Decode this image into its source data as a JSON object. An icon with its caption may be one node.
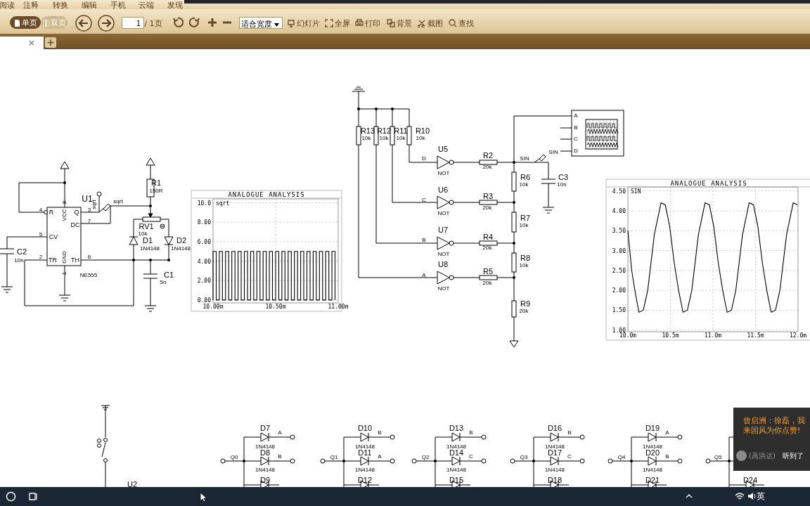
{
  "diagram": {
    "labels": [
      "阅读",
      "注释",
      "转换",
      "编辑",
      "手机",
      "云端",
      "发现",
      "单页",
      "双页",
      "1",
      "/ 1页",
      "适合宽度",
      "幻灯片",
      "全屏",
      "打印",
      "背景",
      "截图",
      "查找",
      "U1",
      "R",
      "VCC",
      "Q",
      "DC",
      "CV",
      "GND",
      "TR",
      "TH",
      "8",
      "4",
      "3",
      "7",
      "5",
      "2",
      "6",
      "1",
      "NE555",
      "sqrt",
      "sqrt",
      "R1",
      "150R",
      "RV1",
      "10k",
      "D1",
      "1N4148",
      "D2",
      "1N4148",
      "C1",
      "5n",
      "C2",
      "10n",
      "R13",
      "10k",
      "R12",
      "10k",
      "R11",
      "10k",
      "R10",
      "10k",
      "U5",
      "D",
      "NOT",
      "R2",
      "20k",
      "SIN",
      "SIN",
      "A",
      "B",
      "C",
      "D",
      "R6",
      "10k",
      "C3",
      "10n",
      "U6",
      "C",
      "NOT",
      "R3",
      "20k",
      "R7",
      "10k",
      "U7",
      "B",
      "NOT",
      "R4",
      "20k",
      "R8",
      "10k",
      "U8",
      "A",
      "NOT",
      "R5",
      "20k",
      "R9",
      "20k",
      "Q0",
      "D7",
      "1N4148",
      "A",
      "D8",
      "1N4148",
      "B",
      "D9",
      "Q1",
      "D10",
      "1N4148",
      "B",
      "D11",
      "1N4148",
      "A",
      "D12",
      "Q2",
      "D13",
      "1N4148",
      "B",
      "D14",
      "1N4148",
      "C",
      "D15",
      "Q3",
      "D16",
      "1N4148",
      "B",
      "D17",
      "1N4148",
      "C",
      "D18",
      "Q4",
      "D19",
      "1N4148",
      "A",
      "D20",
      "1N4148",
      "B",
      "D21",
      "Q5",
      "D24",
      "U2",
      "曾启洲：徐磊，我来国风为你点赞!",
      "(高洪达)",
      "听到了",
      "英"
    ],
    "chart_data": [
      {
        "type": "line",
        "title": "ANALOGUE ANALYSIS",
        "grid": true,
        "xlim": [
          10.0,
          11.0
        ],
        "ylim": [
          -0.3,
          10.4
        ],
        "xticks": [
          {
            "value": 10.0,
            "label": "10.00m"
          },
          {
            "value": 10.5,
            "label": "10.50m"
          },
          {
            "value": 11.0,
            "label": "11.00m"
          }
        ],
        "yticks": [
          {
            "value": 0,
            "label": "0.00"
          },
          {
            "value": 2,
            "label": "2.00"
          },
          {
            "value": 4,
            "label": "4.00"
          },
          {
            "value": 6,
            "label": "6.00"
          },
          {
            "value": 8,
            "label": "8.00"
          },
          {
            "value": 10,
            "label": "10.0"
          }
        ],
        "x": [
          10,
          10,
          10.025,
          10.025,
          10.05,
          10.05,
          10.075,
          10.075,
          10.1,
          10.1,
          10.125,
          10.125,
          10.15,
          10.15,
          10.175,
          10.175,
          10.2,
          10.2,
          10.225,
          10.225,
          10.25,
          10.25,
          10.275,
          10.275,
          10.3,
          10.3,
          10.325,
          10.325,
          10.35,
          10.35,
          10.375,
          10.375,
          10.4,
          10.4,
          10.425,
          10.425,
          10.45,
          10.45,
          10.475,
          10.475,
          10.5,
          10.5,
          10.525,
          10.525,
          10.55,
          10.55,
          10.575,
          10.575,
          10.6,
          10.6,
          10.625,
          10.625,
          10.65,
          10.65,
          10.675,
          10.675,
          10.7,
          10.7,
          10.725,
          10.725,
          10.75,
          10.75,
          10.775,
          10.775,
          10.8,
          10.8,
          10.825,
          10.825,
          10.85,
          10.85,
          10.875,
          10.875,
          10.9,
          10.9,
          10.925,
          10.925,
          10.95,
          10.95,
          10.975,
          10.975
        ],
        "series": [
          {
            "name": "sqrt",
            "color": "#000000",
            "values": [
              0,
              5,
              5,
              0,
              0,
              5,
              5,
              0,
              0,
              5,
              5,
              0,
              0,
              5,
              5,
              0,
              0,
              5,
              5,
              0,
              0,
              5,
              5,
              0,
              0,
              5,
              5,
              0,
              0,
              5,
              5,
              0,
              0,
              5,
              5,
              0,
              0,
              5,
              5,
              0,
              0,
              5,
              5,
              0,
              0,
              5,
              5,
              0,
              0,
              5,
              5,
              0,
              0,
              5,
              5,
              0,
              0,
              5,
              5,
              0,
              0,
              5,
              5,
              0,
              0,
              5,
              5,
              0,
              0,
              5,
              5,
              0,
              0,
              5,
              5,
              0,
              0,
              5,
              5,
              0
            ]
          }
        ]
      },
      {
        "type": "line",
        "title": "ANALOGUE ANALYSIS",
        "grid": true,
        "xlim": [
          10.0,
          12.0
        ],
        "ylim": [
          0.96,
          4.6
        ],
        "xticks": [
          {
            "value": 10.0,
            "label": "10.0m"
          },
          {
            "value": 10.5,
            "label": "10.5m"
          },
          {
            "value": 11.0,
            "label": "11.0m"
          },
          {
            "value": 11.5,
            "label": "11.5m"
          },
          {
            "value": 12.0,
            "label": "12.0m"
          }
        ],
        "yticks": [
          {
            "value": 1.0,
            "label": "1.00"
          },
          {
            "value": 1.5,
            "label": "1.50"
          },
          {
            "value": 2.0,
            "label": "2.00"
          },
          {
            "value": 2.5,
            "label": "2.50"
          },
          {
            "value": 3.0,
            "label": "3.00"
          },
          {
            "value": 3.5,
            "label": "3.50"
          },
          {
            "value": 4.0,
            "label": "4.00"
          },
          {
            "value": 4.5,
            "label": "4.50"
          }
        ],
        "x": [
          10.0,
          10.045,
          10.09,
          10.13,
          10.181,
          10.233,
          10.311,
          10.35,
          10.389,
          10.44,
          10.492,
          10.544,
          10.596,
          10.648,
          10.699,
          10.751,
          10.829,
          10.868,
          10.907,
          10.958,
          11.01,
          11.062,
          11.114,
          11.166,
          11.217,
          11.269,
          11.347,
          11.386,
          11.425,
          11.476,
          11.528,
          11.58,
          11.632,
          11.684,
          11.735,
          11.787,
          11.865,
          11.904,
          11.943,
          11.994
        ],
        "series": [
          {
            "name": "SIN",
            "color": "#000000",
            "values": [
              3.5,
              2.5,
              1.9,
              1.45,
              1.5,
              2.0,
              3.4,
              3.8,
              4.2,
              4.15,
              3.6,
              2.7,
              2.0,
              1.45,
              1.5,
              2.0,
              3.4,
              3.8,
              4.2,
              4.15,
              3.6,
              2.7,
              2.0,
              1.45,
              1.5,
              2.0,
              3.4,
              3.8,
              4.2,
              4.15,
              3.6,
              2.7,
              2.0,
              1.45,
              1.5,
              2.0,
              3.4,
              3.8,
              4.2,
              4.15
            ]
          }
        ]
      }
    ]
  }
}
